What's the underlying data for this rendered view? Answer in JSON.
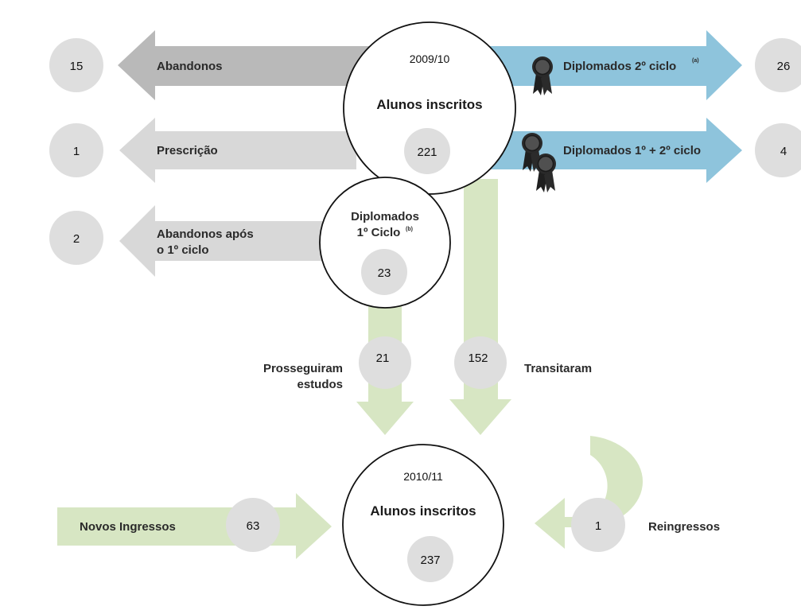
{
  "colors": {
    "grey_dark": "#b9b9b9",
    "grey_light": "#d8d8d8",
    "blue": "#8ec4dc",
    "green": "#d7e6c3",
    "bubble": "#dedede"
  },
  "top": {
    "year": "2009/10",
    "title": "Alunos inscritos",
    "count": "221"
  },
  "bottom": {
    "year": "2010/11",
    "title": "Alunos inscritos",
    "count": "237"
  },
  "middle": {
    "title_line1": "Diplomados",
    "title_line2": "1º Ciclo",
    "title_sup": "(b)",
    "count": "23"
  },
  "left_flows": [
    {
      "label": "Abandonos",
      "value": "15"
    },
    {
      "label": "Prescrição",
      "value": "1"
    },
    {
      "label_line1": "Abandonos após",
      "label_line2": "o 1º ciclo",
      "value": "2"
    }
  ],
  "right_flows": [
    {
      "label": "Diplomados 2º ciclo",
      "sup": "(a)",
      "value": "26"
    },
    {
      "label": "Diplomados 1º + 2º ciclo",
      "value": "4"
    }
  ],
  "down_flows": {
    "prosseguiram": {
      "label_line1": "Prosseguiram",
      "label_line2": "estudos",
      "value": "21"
    },
    "transitaram": {
      "label": "Transitaram",
      "value": "152"
    }
  },
  "in_flows": {
    "novos": {
      "label": "Novos Ingressos",
      "value": "63"
    },
    "reingressos": {
      "label": "Reingressos",
      "value": "1"
    }
  },
  "icons": [
    "award-ribbon-icon"
  ]
}
